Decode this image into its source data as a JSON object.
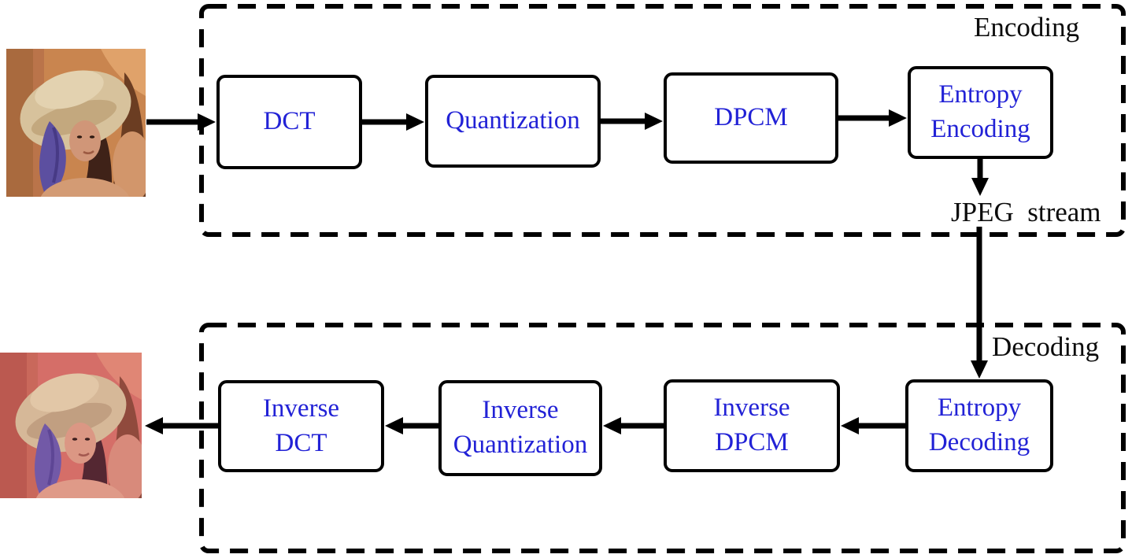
{
  "diagram_type": "jpeg-codec-flowchart",
  "encoding": {
    "section_label": "Encoding",
    "boxes": [
      {
        "label": "DCT"
      },
      {
        "label": "Quantization"
      },
      {
        "label": "DPCM"
      },
      {
        "label": "Entropy\nEncoding"
      }
    ]
  },
  "stream_label": "JPEG  stream",
  "decoding": {
    "section_label": "Decoding",
    "boxes": [
      {
        "label": "Entropy\nDecoding"
      },
      {
        "label": "Inverse\nDPCM"
      },
      {
        "label": "Inverse\nQuantization"
      },
      {
        "label": "Inverse\nDCT"
      }
    ]
  },
  "images": {
    "original": "lena-original-photo",
    "decoded": "lena-decoded-jpeg-photo"
  },
  "colors": {
    "box_text": "#2222d6",
    "line": "#000000",
    "box_background": "#ffffff",
    "page_background": "#ffffff"
  }
}
